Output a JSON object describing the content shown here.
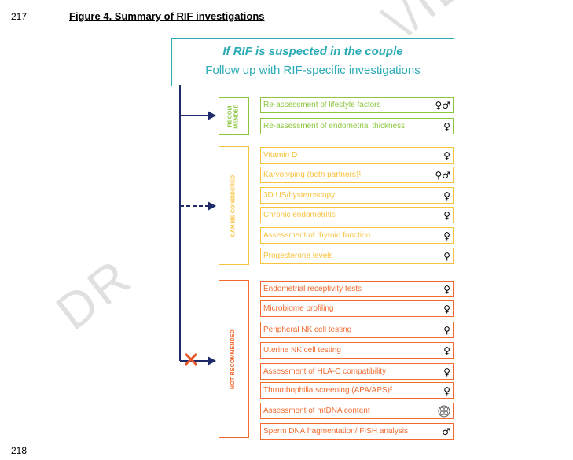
{
  "line_numbers": {
    "top": "217",
    "bottom": "218"
  },
  "figure_title": "Figure 4. Summary of RIF investigations",
  "top_box": {
    "line1": "If RIF is suspected in the couple",
    "line2": "Follow up with RIF-specific investigations"
  },
  "watermark": {
    "left": "DR",
    "right": "\\/IE"
  },
  "colors": {
    "teal": "#2aabb6",
    "green": "#8cc63f",
    "yellow": "#f9c23c",
    "orange": "#f26a2e",
    "navy": "#1f2a6b",
    "cross": "#e8552b"
  },
  "categories": [
    {
      "label": "RECOM MENDED",
      "items": [
        {
          "text": "Re-assessment of lifestyle factors",
          "symbol": "♀♂"
        },
        {
          "text": "Re-assessment of endometrial thickness",
          "symbol": "♀"
        }
      ]
    },
    {
      "label": "CAN BE CONSIDERED",
      "items": [
        {
          "text": "Vitamin D",
          "symbol": "♀"
        },
        {
          "text": "Karyotyping (both partners)¹",
          "symbol": "♀♂"
        },
        {
          "text": "3D US/hysteroscopy",
          "symbol": "♀"
        },
        {
          "text": "Chronic endometritis",
          "symbol": "♀"
        },
        {
          "text": "Assessment of thyroid function",
          "symbol": "♀"
        },
        {
          "text": "Progesterone levels",
          "symbol": "♀"
        }
      ]
    },
    {
      "label": "NOT RECOMMENDED",
      "items": [
        {
          "text": "Endometrial receptivity tests",
          "symbol": "♀"
        },
        {
          "text": "Microbiome profiling",
          "symbol": "♀"
        },
        {
          "text": "Peripheral NK cell testing",
          "symbol": "♀"
        },
        {
          "text": "Uterine NK cell testing",
          "symbol": "♀"
        },
        {
          "text": "Assessment of HLA-C compatibility",
          "symbol": "♀"
        },
        {
          "text": "Thrombophilia screening (APA/APS)²",
          "symbol": "♀"
        },
        {
          "text": "Assessment of mtDNA content",
          "symbol": "embryo-icon"
        },
        {
          "text": "Sperm DNA fragmentation/ FISH analysis",
          "symbol": "♂"
        }
      ]
    }
  ]
}
